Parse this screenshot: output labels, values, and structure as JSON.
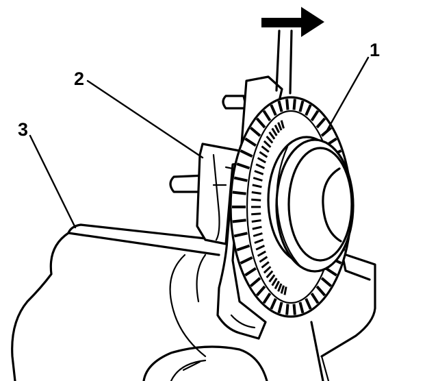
{
  "callouts": [
    {
      "id": "1",
      "label": "1",
      "part": "sensor-ring"
    },
    {
      "id": "2",
      "label": "2",
      "part": "hub-flange"
    },
    {
      "id": "3",
      "label": "3",
      "part": "knuckle"
    }
  ],
  "colors": {
    "ink": "#000000",
    "paper": "#ffffff"
  },
  "icons": {
    "direction_arrow": "arrow-right-icon"
  }
}
